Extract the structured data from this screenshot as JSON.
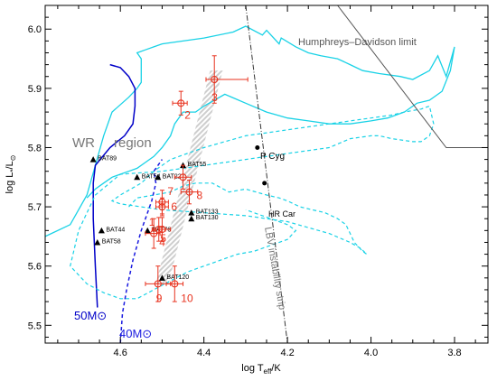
{
  "chart_data": {
    "type": "scatter",
    "xlabel": "log T_eff/K",
    "ylabel": "log L_*/L_⊙",
    "x_reversed": true,
    "xlim": [
      4.78,
      3.72
    ],
    "ylim": [
      5.47,
      6.04
    ],
    "xticks": [
      4.6,
      4.4,
      4.2,
      4.0,
      3.8
    ],
    "xtick_labels": [
      "4.6",
      "4.4",
      "4.2",
      "4.0",
      "3.8"
    ],
    "yticks": [
      5.5,
      5.6,
      5.7,
      5.8,
      5.9,
      6.0
    ],
    "ytick_labels": [
      "5.5",
      "5.6",
      "5.7",
      "5.8",
      "5.9",
      "6.0"
    ],
    "grid": false,
    "colors": {
      "track_50": "#19d2e6",
      "wr_track": "#0000c8",
      "track_40": "#19d2e6",
      "wr_track_40": "#1a1ae0",
      "measurements": "#e8321e",
      "band": "#c8c8c8",
      "lines": "#000000"
    },
    "track_50": [
      [
        4.78,
        5.65
      ],
      [
        4.72,
        5.67
      ],
      [
        4.68,
        5.72
      ],
      [
        4.66,
        5.77
      ],
      [
        4.64,
        5.82
      ],
      [
        4.62,
        5.86
      ],
      [
        4.58,
        5.885
      ],
      [
        4.56,
        5.9
      ],
      [
        4.55,
        5.91
      ],
      [
        4.55,
        5.95
      ],
      [
        4.56,
        5.96
      ],
      [
        4.54,
        5.965
      ],
      [
        4.52,
        5.97
      ],
      [
        4.5,
        5.975
      ],
      [
        4.45,
        5.98
      ],
      [
        4.4,
        5.985
      ],
      [
        4.33,
        5.995
      ],
      [
        4.3,
        6.005
      ],
      [
        4.26,
        5.99
      ],
      [
        4.25,
        5.998
      ],
      [
        4.22,
        5.975
      ],
      [
        4.215,
        5.985
      ],
      [
        4.18,
        5.97
      ],
      [
        4.15,
        5.96
      ],
      [
        4.12,
        5.955
      ],
      [
        4.08,
        5.95
      ],
      [
        4.05,
        5.94
      ],
      [
        4.02,
        5.93
      ],
      [
        3.98,
        5.925
      ],
      [
        3.93,
        5.92
      ],
      [
        3.9,
        5.915
      ],
      [
        3.86,
        5.93
      ],
      [
        3.84,
        5.955
      ],
      [
        3.82,
        5.92
      ],
      [
        3.8,
        5.97
      ],
      [
        3.81,
        5.93
      ],
      [
        3.83,
        5.895
      ],
      [
        3.86,
        5.88
      ],
      [
        3.89,
        5.875
      ],
      [
        3.92,
        5.86
      ],
      [
        3.96,
        5.85
      ],
      [
        4.0,
        5.845
      ],
      [
        4.05,
        5.84
      ],
      [
        4.1,
        5.84
      ],
      [
        4.15,
        5.845
      ],
      [
        4.2,
        5.85
      ],
      [
        4.25,
        5.86
      ],
      [
        4.3,
        5.875
      ],
      [
        4.35,
        5.89
      ],
      [
        4.4,
        5.87
      ],
      [
        4.42,
        5.86
      ],
      [
        4.45,
        5.86
      ],
      [
        4.46,
        5.85
      ],
      [
        4.47,
        5.84
      ],
      [
        4.48,
        5.82
      ],
      [
        4.5,
        5.8
      ],
      [
        4.52,
        5.785
      ],
      [
        4.54,
        5.775
      ],
      [
        4.56,
        5.765
      ],
      [
        4.58,
        5.76
      ],
      [
        4.6,
        5.755
      ],
      [
        4.62,
        5.75
      ],
      [
        4.64,
        5.74
      ],
      [
        4.66,
        5.73
      ],
      [
        4.68,
        5.715
      ]
    ],
    "wr_track_50": [
      [
        4.655,
        5.53
      ],
      [
        4.66,
        5.6
      ],
      [
        4.665,
        5.68
      ],
      [
        4.665,
        5.74
      ],
      [
        4.66,
        5.77
      ],
      [
        4.625,
        5.8
      ],
      [
        4.59,
        5.82
      ],
      [
        4.57,
        5.84
      ],
      [
        4.565,
        5.87
      ],
      [
        4.565,
        5.9
      ],
      [
        4.58,
        5.92
      ],
      [
        4.6,
        5.935
      ],
      [
        4.625,
        5.94
      ]
    ],
    "track_40": [
      [
        4.58,
        5.7
      ],
      [
        4.56,
        5.715
      ],
      [
        4.52,
        5.72
      ],
      [
        4.48,
        5.725
      ],
      [
        4.45,
        5.735
      ],
      [
        4.42,
        5.74
      ],
      [
        4.38,
        5.74
      ],
      [
        4.34,
        5.725
      ],
      [
        4.3,
        5.73
      ],
      [
        4.25,
        5.72
      ],
      [
        4.22,
        5.715
      ],
      [
        4.2,
        5.71
      ],
      [
        4.17,
        5.7
      ],
      [
        4.14,
        5.695
      ],
      [
        4.11,
        5.69
      ],
      [
        4.08,
        5.68
      ],
      [
        4.06,
        5.67
      ],
      [
        4.05,
        5.655
      ],
      [
        4.04,
        5.64
      ],
      [
        4.02,
        5.625
      ],
      [
        4.01,
        5.62
      ],
      [
        4.025,
        5.63
      ],
      [
        4.05,
        5.64
      ],
      [
        4.1,
        5.655
      ],
      [
        4.15,
        5.665
      ],
      [
        4.2,
        5.675
      ],
      [
        4.3,
        5.685
      ],
      [
        4.4,
        5.69
      ],
      [
        4.5,
        5.695
      ],
      [
        4.55,
        5.7
      ],
      [
        4.6,
        5.705
      ],
      [
        4.62,
        5.71
      ],
      [
        4.6,
        5.72
      ],
      [
        4.55,
        5.74
      ],
      [
        4.52,
        5.76
      ],
      [
        4.48,
        5.78
      ],
      [
        4.44,
        5.79
      ],
      [
        4.4,
        5.8
      ],
      [
        4.35,
        5.81
      ],
      [
        4.3,
        5.82
      ],
      [
        4.25,
        5.825
      ],
      [
        4.2,
        5.83
      ],
      [
        4.15,
        5.835
      ],
      [
        4.1,
        5.84
      ],
      [
        4.05,
        5.845
      ],
      [
        4.0,
        5.85
      ],
      [
        3.95,
        5.855
      ],
      [
        3.92,
        5.86
      ],
      [
        3.88,
        5.865
      ],
      [
        3.86,
        5.87
      ],
      [
        3.85,
        5.84
      ],
      [
        3.86,
        5.82
      ],
      [
        3.88,
        5.81
      ],
      [
        3.9,
        5.81
      ],
      [
        3.95,
        5.815
      ],
      [
        3.98,
        5.82
      ],
      [
        4.0,
        5.82
      ],
      [
        4.05,
        5.815
      ],
      [
        4.1,
        5.8
      ],
      [
        4.2,
        5.79
      ],
      [
        4.3,
        5.78
      ],
      [
        4.4,
        5.77
      ],
      [
        4.5,
        5.76
      ],
      [
        4.6,
        5.755
      ],
      [
        4.66,
        5.72
      ],
      [
        4.7,
        5.66
      ],
      [
        4.72,
        5.6
      ],
      [
        4.68,
        5.57
      ],
      [
        4.64,
        5.555
      ],
      [
        4.6,
        5.545
      ],
      [
        4.56,
        5.545
      ],
      [
        4.52,
        5.56
      ],
      [
        4.48,
        5.575
      ],
      [
        4.44,
        5.59
      ],
      [
        4.4,
        5.6
      ],
      [
        4.36,
        5.61
      ],
      [
        4.32,
        5.62
      ],
      [
        4.28,
        5.625
      ],
      [
        4.24,
        5.635
      ],
      [
        4.2,
        5.645
      ],
      [
        4.18,
        5.66
      ],
      [
        4.2,
        5.67
      ],
      [
        4.26,
        5.685
      ],
      [
        4.3,
        5.695
      ]
    ],
    "wr_track_40": [
      [
        4.6,
        5.47
      ],
      [
        4.595,
        5.52
      ],
      [
        4.585,
        5.56
      ],
      [
        4.57,
        5.61
      ],
      [
        4.55,
        5.66
      ],
      [
        4.525,
        5.71
      ],
      [
        4.515,
        5.74
      ],
      [
        4.52,
        5.76
      ],
      [
        4.51,
        5.77
      ],
      [
        4.5,
        5.78
      ]
    ],
    "hd_limit": [
      [
        4.08,
        6.04
      ],
      [
        3.82,
        5.8
      ],
      [
        3.72,
        5.8
      ]
    ],
    "lbv_strip": [
      [
        4.3,
        6.04
      ],
      [
        4.2,
        5.47
      ]
    ],
    "instability_band": [
      [
        4.5,
        5.57
      ],
      [
        4.37,
        5.93
      ]
    ],
    "lbv_stars": [
      {
        "name": "P Cyg",
        "x": 4.272,
        "y": 5.8
      },
      {
        "name": "HR Car",
        "x": 4.255,
        "y": 5.74
      }
    ],
    "comparison_stars": [
      {
        "name": "BAT89",
        "x": 4.665,
        "y": 5.78
      },
      {
        "name": "BAT54",
        "x": 4.56,
        "y": 5.75
      },
      {
        "name": "BAT22",
        "x": 4.51,
        "y": 5.75
      },
      {
        "name": "BAT55",
        "x": 4.45,
        "y": 5.77
      },
      {
        "name": "BAT133",
        "x": 4.43,
        "y": 5.69
      },
      {
        "name": "BAT130",
        "x": 4.43,
        "y": 5.68
      },
      {
        "name": "BAT44",
        "x": 4.645,
        "y": 5.66
      },
      {
        "name": "BAT58",
        "x": 4.655,
        "y": 5.64
      },
      {
        "name": "BAT76",
        "x": 4.535,
        "y": 5.66
      },
      {
        "name": "BAT120",
        "x": 4.5,
        "y": 5.58
      }
    ],
    "measurements": [
      {
        "label": "1",
        "x": 4.508,
        "y": 5.662,
        "xerr": [
          0.016,
          0.016
        ],
        "yerr": [
          0.02,
          0.02
        ]
      },
      {
        "label": "2",
        "x": 4.455,
        "y": 5.875,
        "xerr": [
          0.02,
          0.015
        ],
        "yerr": [
          0.02,
          0.02
        ]
      },
      {
        "label": "3",
        "x": 4.375,
        "y": 5.915,
        "xerr": [
          0.02,
          0.08
        ],
        "yerr": [
          0.04,
          0.04
        ]
      },
      {
        "label": "4",
        "x": 4.52,
        "y": 5.655,
        "xerr": [
          0.02,
          0.015
        ],
        "yerr": [
          0.025,
          0.025
        ]
      },
      {
        "label": "5",
        "x": 4.5,
        "y": 5.662,
        "xerr": [
          0.02,
          0.02
        ],
        "yerr": [
          0.02,
          0.02
        ]
      },
      {
        "label": "6",
        "x": 4.5,
        "y": 5.7,
        "xerr": [
          0.015,
          0.015
        ],
        "yerr": [
          0.015,
          0.015
        ]
      },
      {
        "label": "7",
        "x": 4.5,
        "y": 5.708,
        "xerr": [
          0.015,
          0.015
        ],
        "yerr": [
          0.02,
          0.02
        ]
      },
      {
        "label": "8",
        "x": 4.435,
        "y": 5.725,
        "xerr": [
          0.02,
          0.02
        ],
        "yerr": [
          0.02,
          0.02
        ]
      },
      {
        "label": "9",
        "x": 4.51,
        "y": 5.57,
        "xerr": [
          0.03,
          0.03
        ],
        "yerr": [
          0.03,
          0.03
        ]
      },
      {
        "label": "10",
        "x": 4.47,
        "y": 5.57,
        "xerr": [
          0.02,
          0.02
        ],
        "yerr": [
          0.03,
          0.03
        ]
      },
      {
        "label": "",
        "x": 4.45,
        "y": 5.75,
        "xerr": [
          0.02,
          0.02
        ],
        "yerr": [
          0.02,
          0.02
        ]
      }
    ],
    "annotations": {
      "hd_limit": "Humphreys–Davidson limit",
      "wr": "WR",
      "region": "region",
      "lbv_strip": "LBV instability strip",
      "mass_50": "50M⊙",
      "mass_40": "40M⊙",
      "pcyg": "P Cyg",
      "hrcar": "HR Car"
    }
  }
}
